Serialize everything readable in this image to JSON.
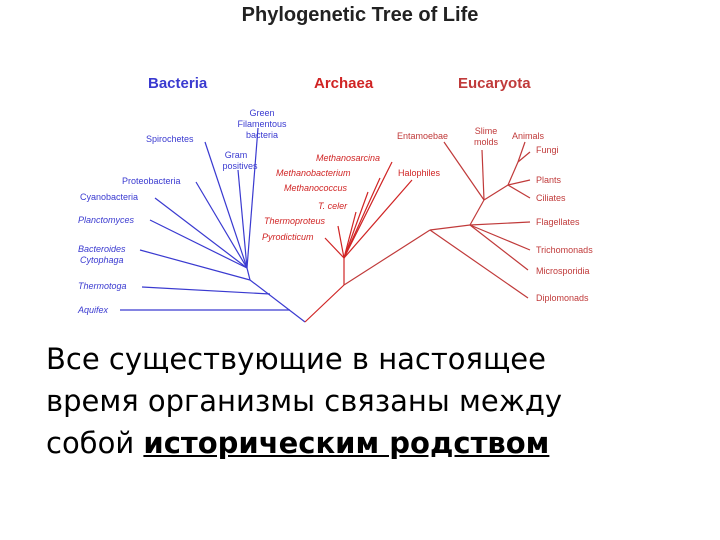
{
  "diagram": {
    "title": "Phylogenetic Tree of Life",
    "colors": {
      "bacteria": "#3a3ad0",
      "archaea": "#d02424",
      "eucaryota": "#c03a3a"
    },
    "groups": {
      "bacteria": "Bacteria",
      "archaea": "Archaea",
      "eucaryota": "Eucaryota"
    },
    "bacteria_taxa": {
      "green_filamentous_1": "Green",
      "green_filamentous_2": "Filamentous",
      "green_filamentous_3": "bacteria",
      "spirochetes": "Spirochetes",
      "gram_positives_1": "Gram",
      "gram_positives_2": "positives",
      "proteobacteria": "Proteobacteria",
      "cyanobacteria": "Cyanobacteria",
      "planctomyces": "Planctomyces",
      "bacteroides_1": "Bacteroides",
      "bacteroides_2": "Cytophaga",
      "thermotoga": "Thermotoga",
      "aquifex": "Aquifex"
    },
    "archaea_taxa": {
      "methanosarcina": "Methanosarcina",
      "methanobacterium": "Methanobacterium",
      "halophiles": "Halophiles",
      "methanococcus": "Methanococcus",
      "t_celer": "T. celer",
      "thermoproteus": "Thermoproteus",
      "pyrodicticum": "Pyrodicticum"
    },
    "eucaryota_taxa": {
      "entamoebae": "Entamoebae",
      "slime_molds_1": "Slime",
      "slime_molds_2": "molds",
      "animals": "Animals",
      "fungi": "Fungi",
      "plants": "Plants",
      "ciliates": "Ciliates",
      "flagellates": "Flagellates",
      "trichomonads": "Trichomonads",
      "microsporidia": "Microsporidia",
      "diplomonads": "Diplomonads"
    }
  },
  "caption": {
    "line1": "Все существующие в настоящее",
    "line2": "время организмы связаны между",
    "line3_plain": "собой",
    "line3_emphasis": "историческим родством"
  }
}
